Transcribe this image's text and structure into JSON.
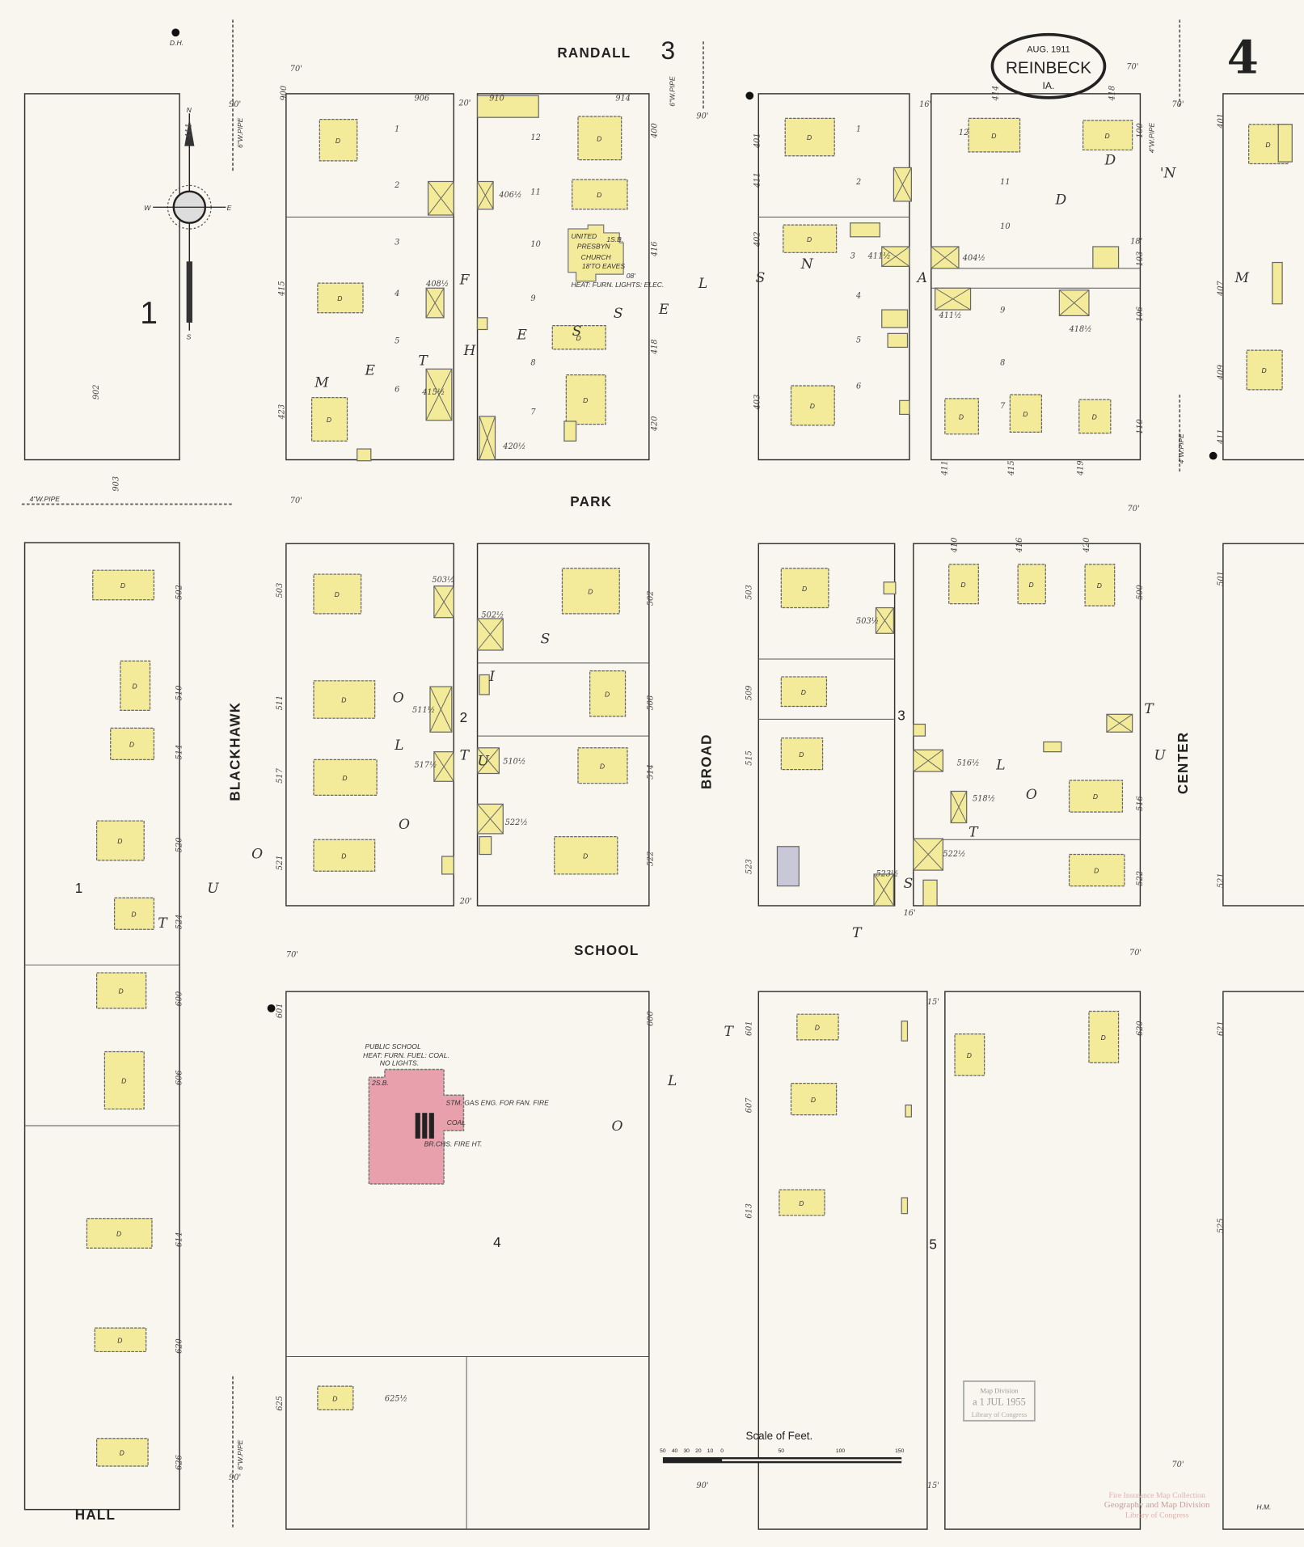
{
  "title_cartouche": {
    "date": "AUG. 1911",
    "town": "REINBECK",
    "state": "IA."
  },
  "sheet_number": "4",
  "adjoining_sheets": {
    "top": "3",
    "left": "1"
  },
  "streets": {
    "randall": "RANDALL",
    "park": "PARK",
    "school": "SCHOOL",
    "hall": "HALL",
    "blackhawk": "BLACKHAWK",
    "broad": "BROAD",
    "center": "CENTER"
  },
  "compass": {
    "n": "N",
    "s": "S",
    "e": "E",
    "w": "W"
  },
  "block_numbers": [
    "1",
    "2",
    "3",
    "4",
    "5"
  ],
  "addition_letters": [
    "M",
    "E",
    "T",
    "H",
    "F",
    "E",
    "S",
    "S",
    "E",
    "L",
    "S",
    "N",
    "A",
    "D",
    "D",
    "'N",
    "M"
  ],
  "outlot_letters": [
    "O",
    "U",
    "T",
    "L",
    "O",
    "T",
    "S",
    "I",
    "O",
    "U",
    "T",
    "L",
    "O",
    "T",
    "S",
    "T",
    "O",
    "U",
    "T",
    "L"
  ],
  "water_pipes": [
    "6\"W.PIPE",
    "6\"W.PIPE",
    "4\"W.PIPE",
    "4\"W.PIPE",
    "6\"W.PIPE",
    "4\"W.PIPE"
  ],
  "street_widths": [
    "70'",
    "90'",
    "20'",
    "70'",
    "90'",
    "16'",
    "70'",
    "18'",
    "70'",
    "70'",
    "20'",
    "16'",
    "70'",
    "70'",
    "15'",
    "90'",
    "15'",
    "70'",
    "90'"
  ],
  "addresses": [
    "900",
    "906",
    "910",
    "914",
    "902",
    "903",
    "411",
    "415",
    "423",
    "416",
    "418",
    "420",
    "400",
    "401",
    "402",
    "403",
    "411",
    "414",
    "418",
    "100",
    "103",
    "106",
    "110",
    "411",
    "415",
    "419",
    "401",
    "407",
    "409",
    "411",
    "502",
    "510",
    "514",
    "520",
    "524",
    "600",
    "606",
    "614",
    "620",
    "626",
    "503",
    "511",
    "517",
    "521",
    "502",
    "508",
    "514",
    "522",
    "503",
    "509",
    "515",
    "523",
    "410",
    "416",
    "420",
    "500",
    "516",
    "522",
    "501",
    "521",
    "525",
    "601",
    "625",
    "600",
    "601",
    "607",
    "613",
    "620",
    "621"
  ],
  "lot_numbers": [
    "1",
    "2",
    "3",
    "4",
    "5",
    "6",
    "12",
    "11",
    "10",
    "9",
    "8",
    "7",
    "1",
    "2",
    "3",
    "4",
    "5",
    "6",
    "12",
    "11",
    "10",
    "9",
    "8",
    "7"
  ],
  "rear_addresses": [
    "408½",
    "415½",
    "406½",
    "420½",
    "411½",
    "404½",
    "411½",
    "418½",
    "502½",
    "503½",
    "511½",
    "517½",
    "510½",
    "522½",
    "503½",
    "516½",
    "518½",
    "522½",
    "523½",
    "625½"
  ],
  "church": {
    "name_line1": "UNITED",
    "name_line2": "PRESBYN",
    "name_line3": "CHURCH",
    "note": "18'TO EAVES",
    "stories": "1S.B.",
    "utilities": "HEAT: FURN. LIGHTS: ELEC.",
    "shed": "08'"
  },
  "school": {
    "name": "PUBLIC SCHOOL",
    "utilities_line1": "HEAT: FURN. FUEL: COAL.",
    "utilities_line2": "NO LIGHTS.",
    "stories": "2S.B.",
    "boiler": "STM. GAS ENG. FOR FAN. FIRE",
    "coal": "COAL",
    "brick": "BR.CHS. FIRE HT.",
    "color": "#e8a0ac"
  },
  "dwelling_label": "D",
  "dwelling_color": "#f3ea9a",
  "scale": {
    "title": "Scale of Feet.",
    "ticks": [
      "50",
      "40",
      "30",
      "20",
      "10",
      "0",
      "50",
      "100",
      "150"
    ]
  },
  "stamp": {
    "line1": "Map Division",
    "line2": "a 1 JUL 1955",
    "line3": "Library of Congress"
  },
  "library_stamp": {
    "line1": "Fire Insurance Map Collection",
    "line2": "Geography and Map Division",
    "line3": "Library of Congress"
  },
  "surveyor_initials": "H.M.",
  "hydrant_label": "D.H."
}
